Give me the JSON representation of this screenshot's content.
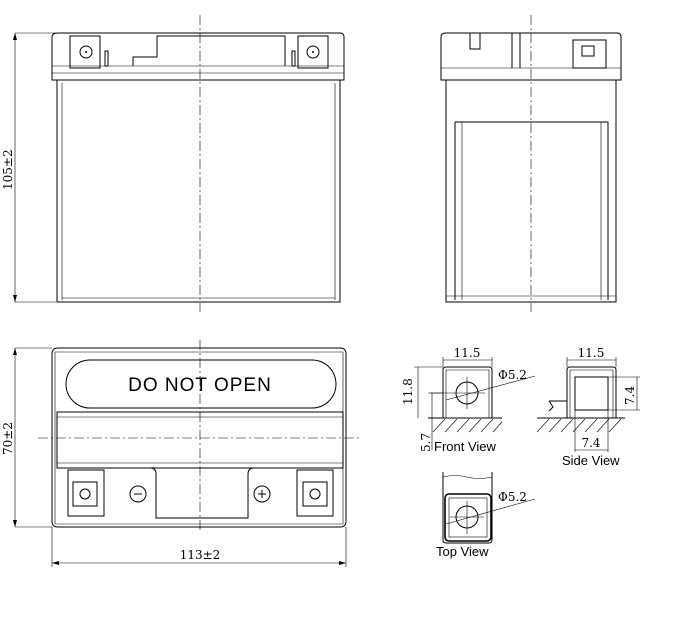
{
  "dimensions": {
    "height": "105±2",
    "width": "70±2",
    "length": "113±2"
  },
  "label_text": "DO NOT OPEN",
  "terminal_detail": {
    "front_view": {
      "title": "Front View",
      "width": "11.5",
      "height": "11.8",
      "hole_height": "5.7",
      "hole_diameter": "Φ5.2"
    },
    "side_view": {
      "title": "Side View",
      "width": "11.5",
      "square_height": "7.4",
      "square_width": "7.4"
    },
    "top_view": {
      "title": "Top View",
      "hole_diameter": "Φ5.2"
    }
  }
}
